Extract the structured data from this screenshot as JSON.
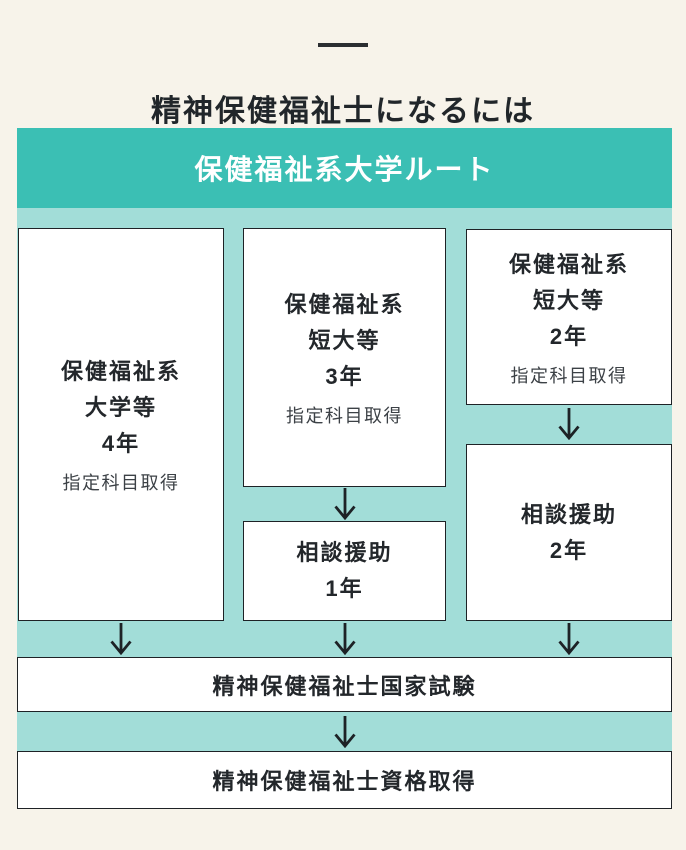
{
  "header": {
    "title": "精神保健福祉士になるには"
  },
  "route": {
    "banner_label": "保健福祉系大学ルート",
    "columns": [
      {
        "boxes": [
          {
            "lines": [
              "保健福祉系",
              "大学等",
              "4年"
            ],
            "note": "指定科目取得"
          }
        ]
      },
      {
        "boxes": [
          {
            "lines": [
              "保健福祉系",
              "短大等",
              "3年"
            ],
            "note": "指定科目取得"
          },
          {
            "lines": [
              "相談援助",
              "1年"
            ]
          }
        ]
      },
      {
        "boxes": [
          {
            "lines": [
              "保健福祉系",
              "短大等",
              "2年"
            ],
            "note": "指定科目取得"
          },
          {
            "lines": [
              "相談援助",
              "2年"
            ]
          }
        ]
      }
    ],
    "exam_label": "精神保健福祉士国家試験",
    "result_label": "精神保健福祉士資格取得"
  },
  "colors": {
    "background": "#f7f3ea",
    "accent_teal": "#3bbfb4",
    "panel_teal": "#a2ddd8",
    "box_border": "#1e2226",
    "text_dark": "#23272b",
    "banner_text": "#ffffff"
  }
}
